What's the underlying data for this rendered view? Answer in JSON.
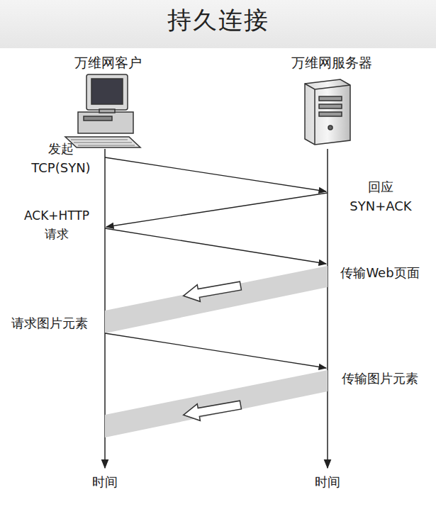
{
  "diagram": {
    "title": "持久连接",
    "labels": [
      "万维网客户",
      "万维网服务器",
      "发起 TCP(SYN)",
      "回应 SYN+ACK",
      "ACK+HTTP 请求",
      "传输Web页面",
      "请求图片元素",
      "传输图片元素",
      "时间",
      "时间"
    ]
  }
}
